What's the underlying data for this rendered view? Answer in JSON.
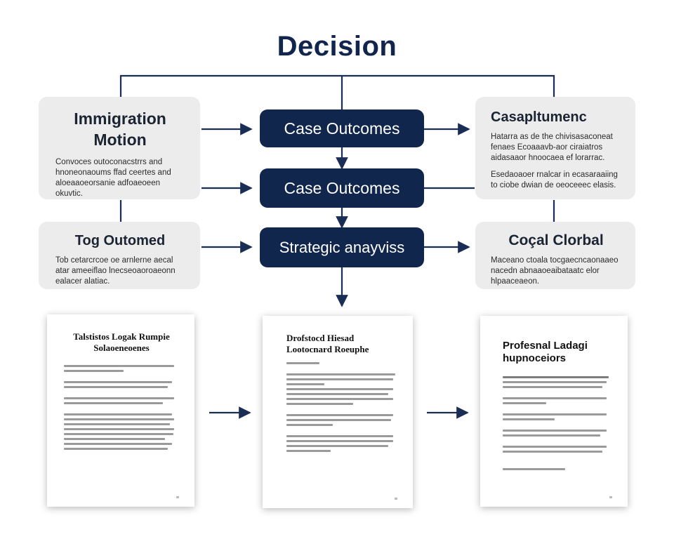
{
  "diagram": {
    "title": "Decision",
    "cards": {
      "immigration_motion": {
        "title": "Immigration Motion",
        "body": "Convoces outoconacstrrs and hnoneonaoums ffad ceertes and aloeaaoeorsanie adfoaeoeen okuvtic."
      },
      "capsaptumenc": {
        "title": "Casapltumenc",
        "body_1": "Hatarra as de the chivisasaconeat fenaes Ecoaaavb-aor ciraiatros aidasaaor hnoocaea ef lorarrac.",
        "body_2": "Esedaoaoer rnalcar in ecasaraaiing to ciobe dwian de oeoceeec elasis."
      },
      "tog_outomed": {
        "title": "Tog Outomed",
        "body": "Tob cetarcrcoe oe arnlerne aecal atar ameeiflao lnecseoaoroaeonn ealacer alatiac."
      },
      "cocal_clorbal": {
        "title": "Coçal Clorbal",
        "body": "Maceano ctoala tocgaecncaonaaeo nacedn abnaaoeaibataatc elor hlpaaceaeon."
      }
    },
    "pills": {
      "case_outcomes_1": "Case Outcomes",
      "case_outcomes_2": "Case Outcomes",
      "strategic": "Strategic anayviss"
    },
    "documents": {
      "left": {
        "title": "Talstistos Logak Rumpie Solaoeneoenes"
      },
      "middle": {
        "title": "Drofstocd Hiesad Lootocnard Roeuphe"
      },
      "right": {
        "title": "Profesnal Ladagi hupnoceiors"
      }
    },
    "colors": {
      "navy": "#11264d",
      "card": "#ececec",
      "line": "#1a2d55"
    }
  }
}
